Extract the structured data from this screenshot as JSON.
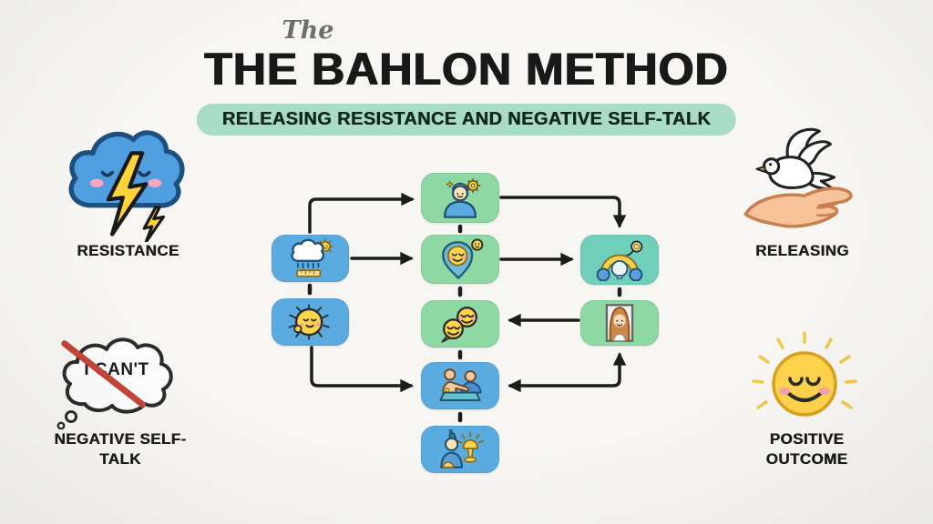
{
  "header": {
    "eyebrow": "The",
    "title": "THE BAHLON METHOD",
    "subtitle": "RELEASING RESISTANCE AND NEGATIVE SELF-TALK"
  },
  "left_panel": {
    "top": {
      "icon": "storm-cloud-lightning-icon",
      "label": "RESISTANCE"
    },
    "bottom": {
      "icon": "crossed-thought-cloud-icon",
      "bubble_text": "I CAN'T",
      "label": "NEGATIVE SELF-TALK"
    }
  },
  "right_panel": {
    "top": {
      "icon": "dove-over-hand-icon",
      "label": "RELEASING"
    },
    "bottom": {
      "icon": "smiling-sun-icon",
      "label": "POSITIVE OUTCOME"
    }
  },
  "flowchart": {
    "nodes": [
      {
        "id": "rain-cloud-gauge",
        "column": "left",
        "row": 2,
        "color": "blue",
        "icon": "rain-cloud-gauge-icon"
      },
      {
        "id": "puffer-fish",
        "column": "left",
        "row": 3,
        "color": "blue",
        "icon": "puffer-fish-icon"
      },
      {
        "id": "mindful-person-gears",
        "column": "center",
        "row": 1,
        "color": "green",
        "icon": "person-with-gears-icon"
      },
      {
        "id": "heart-pin-smiley",
        "column": "center",
        "row": 2,
        "color": "green",
        "icon": "pin-smiley-icon"
      },
      {
        "id": "chat-smileys",
        "column": "center",
        "row": 3,
        "color": "green",
        "icon": "chat-smileys-icon"
      },
      {
        "id": "support-session",
        "column": "center",
        "row": 4,
        "color": "blue",
        "icon": "support-session-icon"
      },
      {
        "id": "celebration-trophy",
        "column": "center",
        "row": 5,
        "color": "blue",
        "icon": "celebration-trophy-icon"
      },
      {
        "id": "rainbow-lightbulb",
        "column": "right",
        "row": 2,
        "color": "teal",
        "icon": "rainbow-lightbulb-icon"
      },
      {
        "id": "mirror-portrait",
        "column": "right",
        "row": 3,
        "color": "green",
        "icon": "mirror-portrait-icon"
      }
    ],
    "connections": [
      {
        "from": "rain-cloud-gauge",
        "to": "mindful-person-gears",
        "type": "arrow-elbow-up"
      },
      {
        "from": "rain-cloud-gauge",
        "to": "heart-pin-smiley",
        "type": "arrow-straight"
      },
      {
        "from": "mindful-person-gears",
        "to": "rainbow-lightbulb",
        "type": "arrow-elbow-down"
      },
      {
        "from": "heart-pin-smiley",
        "to": "rainbow-lightbulb",
        "type": "arrow-straight"
      },
      {
        "from": "mirror-portrait",
        "to": "chat-smileys",
        "type": "arrow-straight"
      },
      {
        "from": "puffer-fish",
        "to": "support-session",
        "type": "arrow-elbow-down"
      },
      {
        "from": "corner-junction",
        "to": "support-session",
        "type": "arrow-elbow"
      },
      {
        "from": "corner-junction",
        "to": "mirror-portrait",
        "type": "arrow-elbow"
      },
      {
        "from": "rain-cloud-gauge",
        "to": "puffer-fish",
        "type": "dashed-link"
      },
      {
        "from": "mindful-person-gears",
        "to": "heart-pin-smiley",
        "type": "dashed-link"
      },
      {
        "from": "heart-pin-smiley",
        "to": "chat-smileys",
        "type": "dashed-link"
      },
      {
        "from": "chat-smileys",
        "to": "support-session",
        "type": "dashed-link"
      },
      {
        "from": "support-session",
        "to": "celebration-trophy",
        "type": "dashed-link"
      },
      {
        "from": "rainbow-lightbulb",
        "to": "mirror-portrait",
        "type": "dashed-link"
      }
    ]
  },
  "colors": {
    "background": "#f7f6f3",
    "node_blue": "#5aabdf",
    "node_green": "#8ed8a4",
    "node_teal": "#6fcfba",
    "pill_green": "#a9dcc5",
    "arrow_black": "#1c1c1c",
    "title_black": "#191919",
    "slash_red": "#c4453c",
    "sun_yellow": "#ffd34d",
    "cloud_blue": "#4f9fe0",
    "lightning_yellow": "#ffd43a"
  }
}
